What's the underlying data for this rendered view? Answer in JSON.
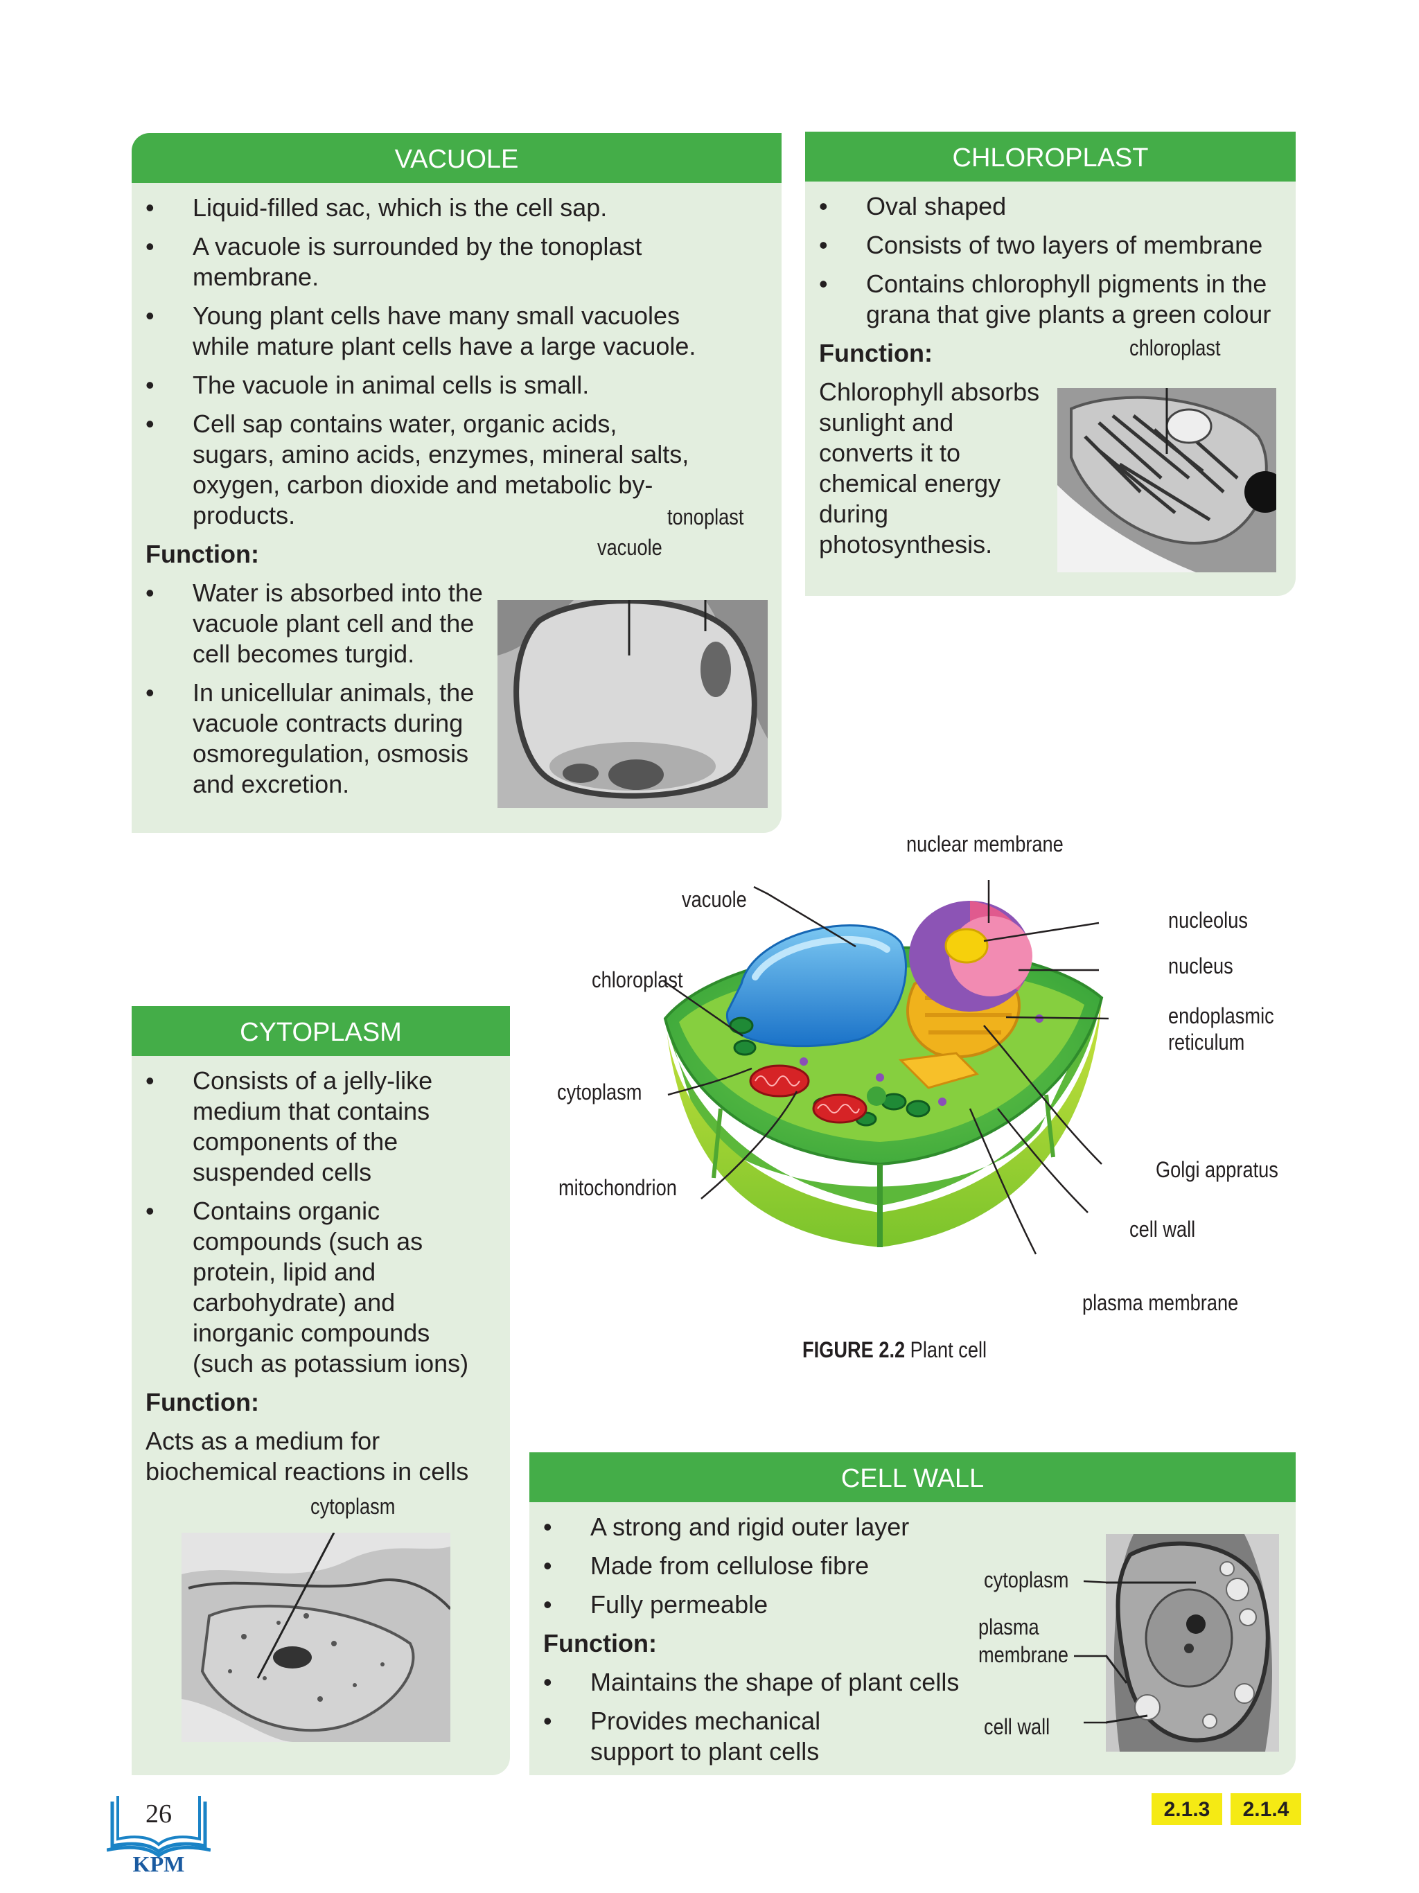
{
  "vacuole": {
    "title": "VACUOLE",
    "bullets": [
      "Liquid-filled sac, which is the cell sap.",
      "A vacuole is surrounded by the tonoplast membrane.",
      "Young plant cells have many small vacuoles while mature plant cells have a large vacuole.",
      "The vacuole in animal cells is small.",
      "Cell sap contains water, organic acids, sugars, amino acids, enzymes, mineral salts, oxygen, carbon dioxide and metabolic by-products."
    ],
    "function_heading": "Function:",
    "function_bullets": [
      "Water is absorbed into the vacuole plant cell and the cell becomes turgid.",
      "In unicellular animals, the vacuole contracts during osmoregulation, osmosis and excretion."
    ],
    "photo_labels": {
      "tonoplast": "tonoplast",
      "vacuole": "vacuole"
    }
  },
  "chloroplast": {
    "title": "CHLOROPLAST",
    "bullets": [
      "Oval shaped",
      "Consists of two layers of membrane",
      "Contains chlorophyll pigments in the grana that give plants a green colour"
    ],
    "function_heading": "Function:",
    "function_text": "Chlorophyll absorbs sunlight and converts it to chemical energy during photosynthesis.",
    "photo_label": "chloroplast"
  },
  "cytoplasm": {
    "title": "CYTOPLASM",
    "bullets": [
      "Consists of a jelly-like medium that contains components of the suspended cells",
      "Contains organic compounds (such as protein, lipid and carbohydrate) and inorganic compounds (such as potassium ions)"
    ],
    "function_heading": "Function:",
    "function_text": "Acts as a medium for biochemical reactions in cells",
    "photo_label": "cytoplasm"
  },
  "figure": {
    "caption_prefix": "FIGURE 2.2",
    "caption_text": "Plant cell",
    "labels": {
      "nuclear_membrane": "nuclear membrane",
      "vacuole": "vacuole",
      "nucleolus": "nucleolus",
      "nucleus": "nucleus",
      "chloroplast": "chloroplast",
      "endoplasmic_1": "endoplasmic",
      "endoplasmic_2": "reticulum",
      "cytoplasm": "cytoplasm",
      "golgi": "Golgi appratus",
      "mitochondrion": "mitochondrion",
      "cell_wall": "cell wall",
      "plasma_membrane": "plasma membrane"
    }
  },
  "cell_wall": {
    "title": "CELL WALL",
    "bullets": [
      "A strong and rigid outer layer",
      "Made from cellulose fibre",
      "Fully permeable"
    ],
    "function_heading": "Function:",
    "function_bullets": [
      "Maintains the shape of plant cells",
      "Provides mechanical support to plant cells"
    ],
    "photo_labels": {
      "cytoplasm": "cytoplasm",
      "plasma_1": "plasma",
      "plasma_2": "membrane",
      "cell_wall": "cell wall"
    }
  },
  "footer": {
    "page_number": "26",
    "publisher": "KPM",
    "tags": [
      "2.1.3",
      "2.1.4"
    ]
  },
  "colors": {
    "green_header": "#44ad48",
    "box_bg": "#e3eedf",
    "tag_bg": "#f5ea14",
    "logo_blue": "#1a83c6"
  }
}
